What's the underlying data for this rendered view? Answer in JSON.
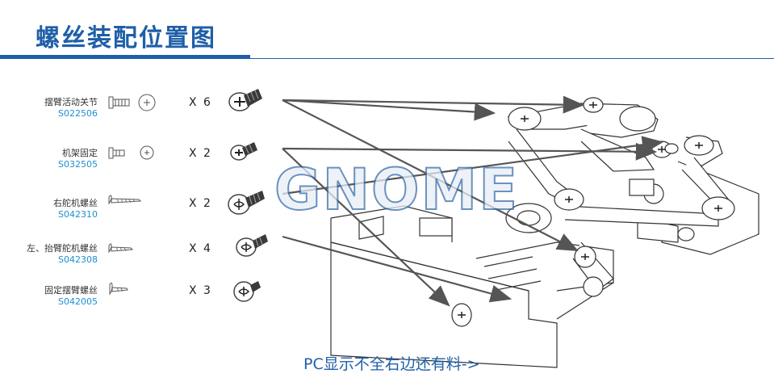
{
  "title": "螺丝装配位置图",
  "parts": [
    {
      "name": "摆臂活动关节",
      "code": "S022506",
      "qty": "X 6"
    },
    {
      "name": "机架固定",
      "code": "S032505",
      "qty": "X 2"
    },
    {
      "name": "右舵机螺丝",
      "code": "S042310",
      "qty": "X 2"
    },
    {
      "name": "左、抬臂舵机螺丝",
      "code": "S042308",
      "qty": "X 4"
    },
    {
      "name": "固定摆臂螺丝",
      "code": "S042005",
      "qty": "X 3"
    }
  ],
  "watermark": "GNOME",
  "footer": "PC显示不全右边还有料->",
  "colors": {
    "accent": "#1f5fa8",
    "code": "#1f8fd0",
    "line": "#555555"
  }
}
